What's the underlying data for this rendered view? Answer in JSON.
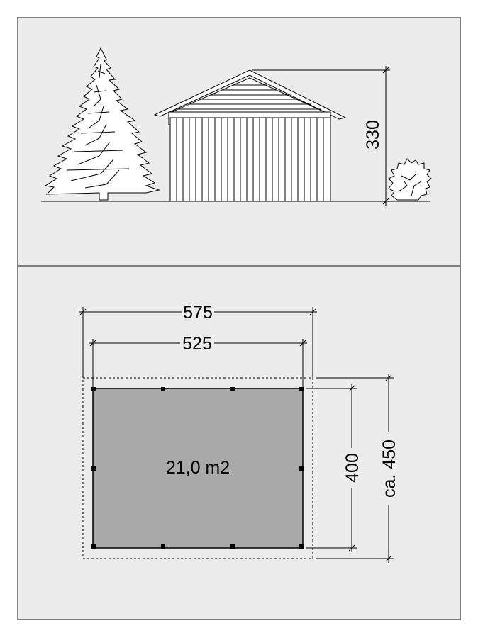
{
  "elevation": {
    "height_label": "330"
  },
  "plan": {
    "outer_width_label": "575",
    "inner_width_label": "525",
    "inner_depth_label": "400",
    "outer_depth_label": "ca. 450",
    "area_label": "21,0 m2"
  },
  "colors": {
    "panel_background": "#ececec",
    "panel_border": "#808080",
    "floor_fill": "#a9a9a9",
    "line": "#000000"
  }
}
